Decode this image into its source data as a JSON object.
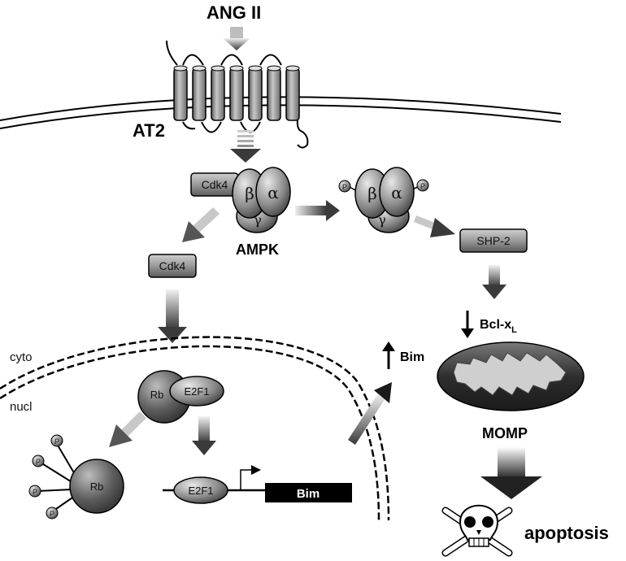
{
  "labels": {
    "ang_ii": "ANG II",
    "at2": "AT2",
    "ampk": "AMPK",
    "cdk4_complex": "Cdk4",
    "cdk4_free": "Cdk4",
    "shp2": "SHP-2",
    "bcl_main": "Bcl-x",
    "bcl_sub": "L",
    "bim_up": "Bim",
    "cyto": "cyto",
    "nucl": "nucl",
    "rb_complex": "Rb",
    "e2f1_complex": "E2F1",
    "rb_free": "Rb",
    "e2f1_promoter": "E2F1",
    "bim_gene": "Bim",
    "momp": "MOMP",
    "apoptosis": "apoptosis",
    "beta": "β",
    "alpha": "α",
    "gamma": "γ",
    "phospho": "P"
  },
  "colors": {
    "dark_gray": "#3a3a3a",
    "mid_gray": "#8a8a8a",
    "light_gray": "#d0d0d0",
    "black": "#000000"
  },
  "icons": [
    "skull-crossbones-icon",
    "mitochondrion-icon",
    "receptor-icon"
  ]
}
